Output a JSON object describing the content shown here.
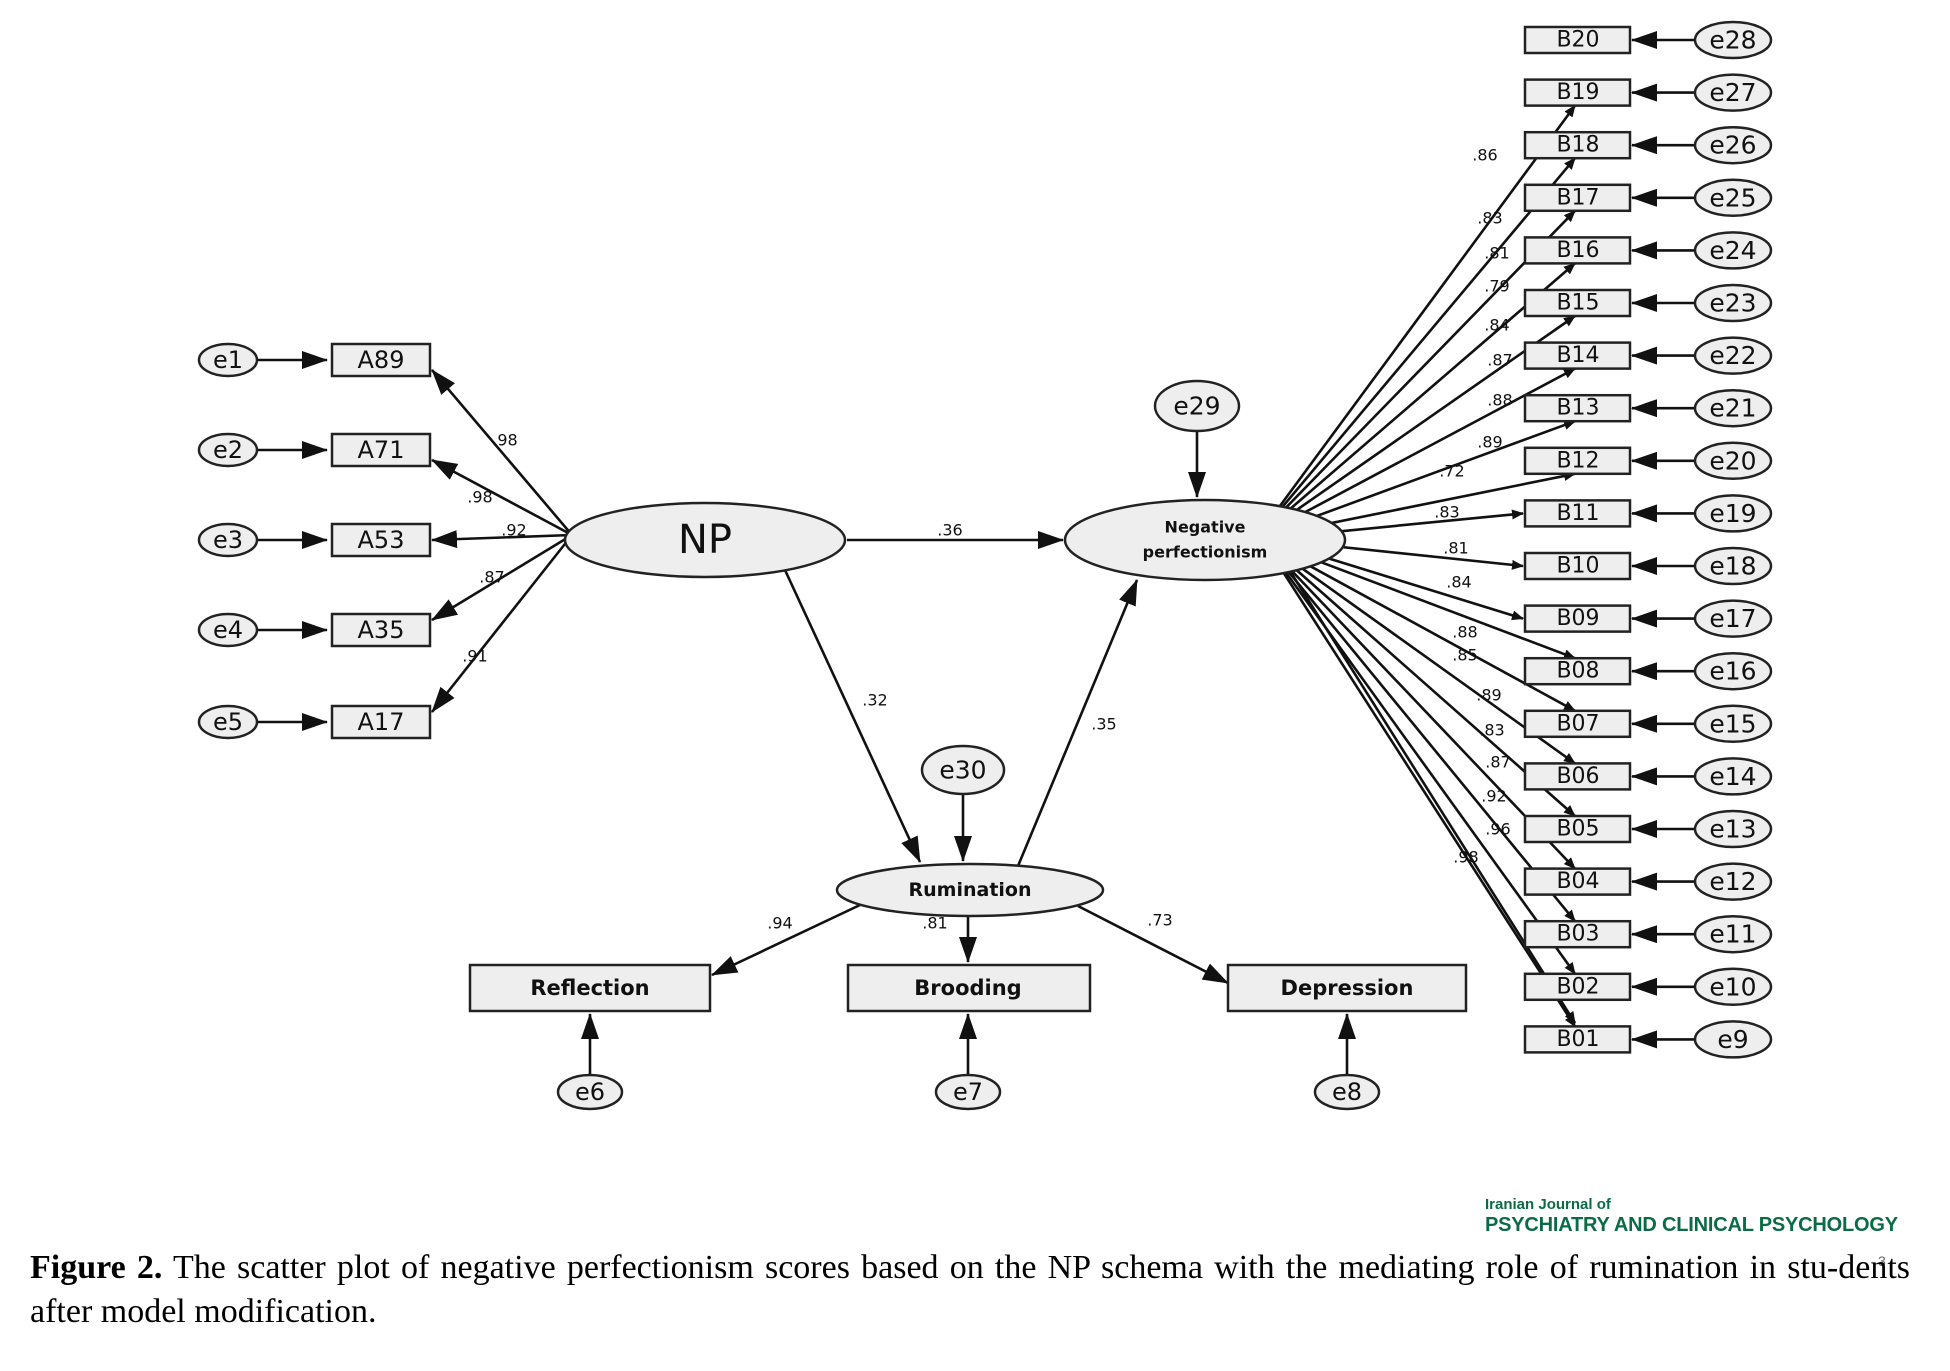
{
  "diagram": {
    "np_items": [
      {
        "error": "e1",
        "item": "A89",
        "loading": ".98"
      },
      {
        "error": "e2",
        "item": "A71",
        "loading": ".98"
      },
      {
        "error": "e3",
        "item": "A53",
        "loading": ".92"
      },
      {
        "error": "e4",
        "item": "A35",
        "loading": ".87"
      },
      {
        "error": "e5",
        "item": "A17",
        "loading": ".91"
      }
    ],
    "latent_np": "NP",
    "latent_negative": [
      "Negative",
      "perfectionism"
    ],
    "latent_rumination": "Rumination",
    "error_negative": "e29",
    "error_rumination": "e30",
    "paths": {
      "np_to_negative": ".36",
      "np_to_rumination": ".32",
      "rumination_to_negative": ".35"
    },
    "rumination_indicators": [
      {
        "label": "Reflection",
        "error": "e6",
        "loading": ".94"
      },
      {
        "label": "Brooding",
        "error": "e7",
        "loading": ".81"
      },
      {
        "label": "Depression",
        "error": "e8",
        "loading": ".73"
      }
    ],
    "b_items": [
      {
        "item": "B20",
        "error": "e28",
        "loading": ""
      },
      {
        "item": "B19",
        "error": "e27",
        "loading": ".86"
      },
      {
        "item": "B18",
        "error": "e26",
        "loading": ".83"
      },
      {
        "item": "B17",
        "error": "e25",
        "loading": ".81"
      },
      {
        "item": "B16",
        "error": "e24",
        "loading": ".79"
      },
      {
        "item": "B15",
        "error": "e23",
        "loading": ".84"
      },
      {
        "item": "B14",
        "error": "e22",
        "loading": ".87"
      },
      {
        "item": "B13",
        "error": "e21",
        "loading": ".88"
      },
      {
        "item": "B12",
        "error": "e20",
        "loading": ".89"
      },
      {
        "item": "B11",
        "error": "e19",
        "loading": ".72"
      },
      {
        "item": "B10",
        "error": "e18",
        "loading": ".83"
      },
      {
        "item": "B09",
        "error": "e17",
        "loading": ".81"
      },
      {
        "item": "B08",
        "error": "e16",
        "loading": ".84"
      },
      {
        "item": "B07",
        "error": "e15",
        "loading": ".88"
      },
      {
        "item": "B06",
        "error": "e14",
        "loading": ".85"
      },
      {
        "item": "B05",
        "error": "e13",
        "loading": ".89"
      },
      {
        "item": "B04",
        "error": "e12",
        "loading": ".83"
      },
      {
        "item": "B03",
        "error": "e11",
        "loading": ".87"
      },
      {
        "item": "B02",
        "error": "e10",
        "loading": ".92"
      },
      {
        "item": "B01",
        "error": "e9",
        "loading": ".96"
      }
    ],
    "b_extra_loading": ".98"
  },
  "journal": {
    "line1": "Iranian Journal of",
    "line2": "PSYCHIATRY AND CLINICAL PSYCHOLOGY"
  },
  "caption": {
    "label": "Figure 2.",
    "text": " The scatter plot of negative perfectionism scores based on the NP schema with the mediating role of rumination in stu-dents after model modification."
  },
  "page_number": "3"
}
